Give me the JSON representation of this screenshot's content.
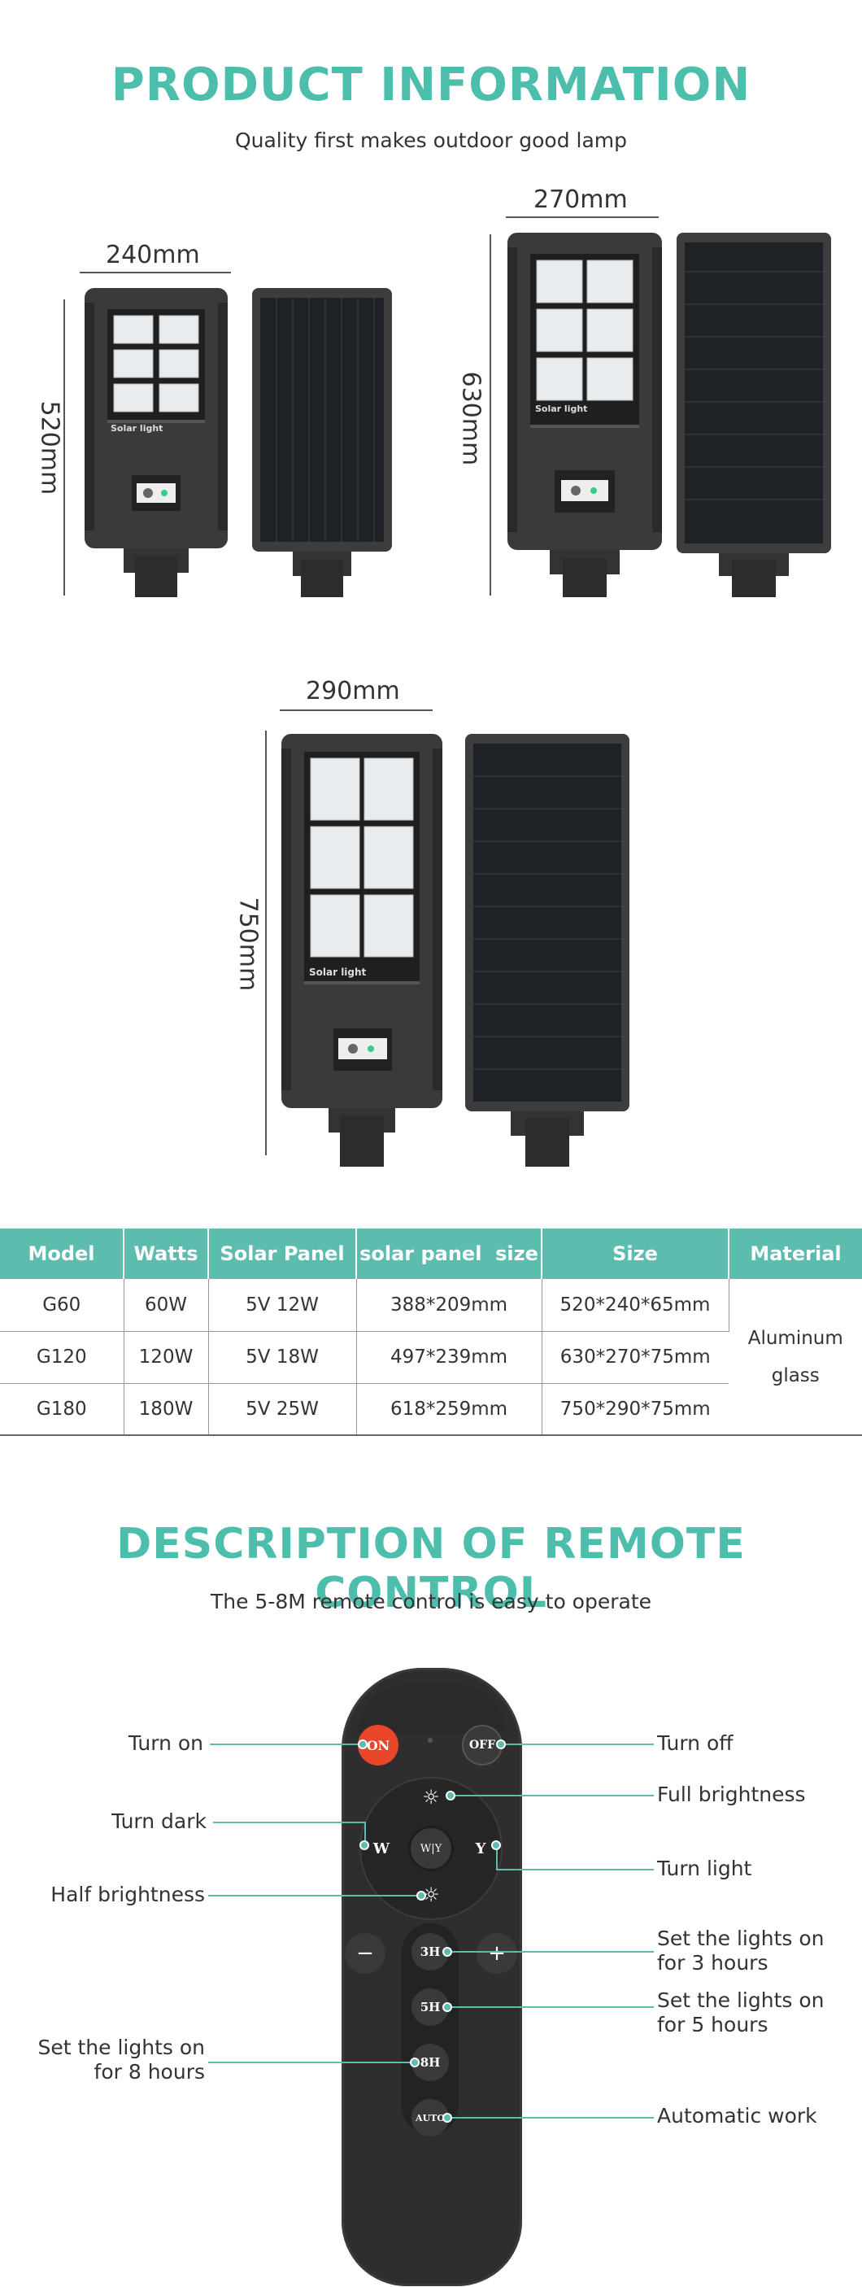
{
  "product_info": {
    "title": "PRODUCT INFORMATION",
    "subtitle": "Quality first makes outdoor good lamp",
    "lamps": [
      {
        "width_label": "240mm",
        "height_label": "520mm",
        "panel_label": "Solar light"
      },
      {
        "width_label": "270mm",
        "height_label": "630mm",
        "panel_label": "Solar light"
      },
      {
        "width_label": "290mm",
        "height_label": "750mm",
        "panel_label": "Solar light"
      }
    ]
  },
  "spec_table": {
    "headers": [
      "Model",
      "Watts",
      "Solar Panel",
      "solar panel  size",
      "Size",
      "Material"
    ],
    "rows": [
      [
        "G60",
        "60W",
        "5V 12W",
        "388*209mm",
        "520*240*65mm"
      ],
      [
        "G120",
        "120W",
        "5V 18W",
        "497*239mm",
        "630*270*75mm"
      ],
      [
        "G180",
        "180W",
        "5V 25W",
        "618*259mm",
        "750*290*75mm"
      ]
    ],
    "material": [
      "Aluminum",
      "glass"
    ]
  },
  "remote": {
    "title": "DESCRIPTION OF REMOTE CONTROL",
    "subtitle": "The 5-8M remote control is easy to operate",
    "buttons": {
      "on": "ON",
      "off": "OFF",
      "w": "W",
      "y": "Y",
      "wy": "W|Y",
      "minus": "−",
      "plus": "+",
      "h3": "3H",
      "h5": "5H",
      "h8": "8H",
      "auto": "AUTO"
    },
    "callouts": {
      "turn_on": "Turn on",
      "turn_off": "Turn off",
      "full_brightness": "Full brightness",
      "turn_dark": "Turn dark",
      "turn_light": "Turn light",
      "half_brightness": "Half brightness",
      "set_3h_1": "Set the lights on",
      "set_3h_2": "for 3 hours",
      "set_5h_1": "Set the lights on",
      "set_5h_2": "for 5 hours",
      "set_8h_1": "Set the lights on",
      "set_8h_2": "for 8 hours",
      "auto_work": "Automatic work"
    }
  },
  "colors": {
    "accent": "#4dbdac",
    "table_header": "#5cbcad",
    "remote_body": "#2e2e2e",
    "on_button": "#e8452a"
  }
}
